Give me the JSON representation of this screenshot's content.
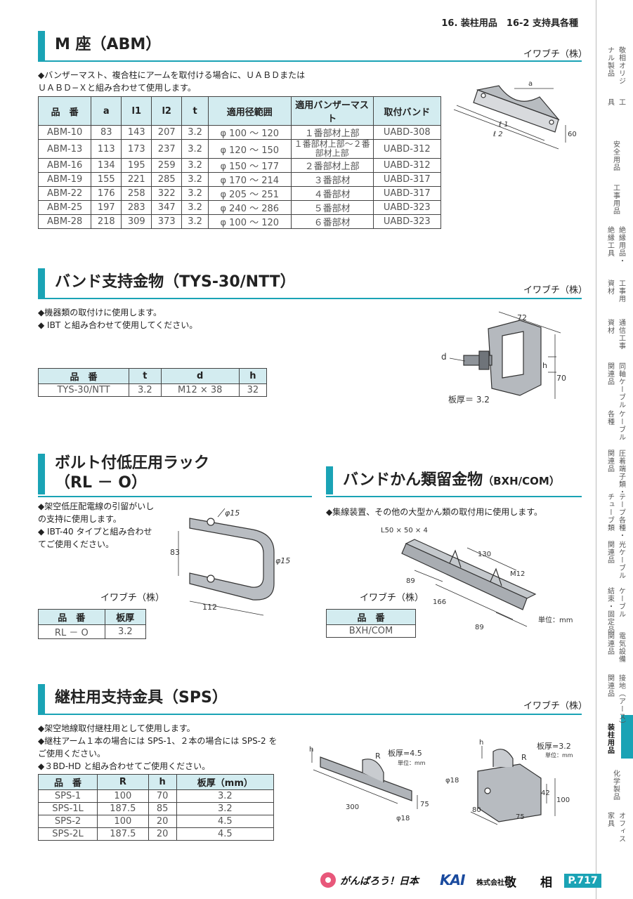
{
  "header": {
    "breadcrumb": "16.  装柱用品　16-2 支持具各種"
  },
  "maker": "イワブチ（株）",
  "abm": {
    "title": "M 座（ABM）",
    "desc1": "◆バンザーマスト、複合柱にアームを取付ける場合に、ＵＡＢＤまたは",
    "desc2": "ＵＡＢＤ−Ｘと組み合わせて使用します。",
    "headers": [
      "品　番",
      "a",
      "l1",
      "l2",
      "t",
      "適用径範囲",
      "適用バンザーマスト",
      "取付バンド"
    ],
    "rows": [
      [
        "ABM-10",
        "83",
        "143",
        "207",
        "3.2",
        "φ 100 ～ 120",
        "１番部材上部",
        "UABD-308"
      ],
      [
        "ABM-13",
        "113",
        "173",
        "237",
        "3.2",
        "φ 120 ～ 150",
        "１番部材上部～２番部材上部",
        "UABD-312"
      ],
      [
        "ABM-16",
        "134",
        "195",
        "259",
        "3.2",
        "φ 150 ～ 177",
        "２番部材上部",
        "UABD-312"
      ],
      [
        "ABM-19",
        "155",
        "221",
        "285",
        "3.2",
        "φ 170 ～ 214",
        "３番部材",
        "UABD-317"
      ],
      [
        "ABM-22",
        "176",
        "258",
        "322",
        "3.2",
        "φ 205 ～ 251",
        "４番部材",
        "UABD-317"
      ],
      [
        "ABM-25",
        "197",
        "283",
        "347",
        "3.2",
        "φ 240 ～ 286",
        "５番部材",
        "UABD-323"
      ],
      [
        "ABM-28",
        "218",
        "309",
        "373",
        "3.2",
        "φ 100 ～ 120",
        "６番部材",
        "UABD-323"
      ]
    ],
    "dims": {
      "a": "a",
      "l1": "ℓ 1",
      "l2": "ℓ 2",
      "h": "60"
    }
  },
  "tys": {
    "title": "バンド支持金物（TYS-30/NTT）",
    "desc1": "◆機器類の取付けに使用します。",
    "desc2": "◆ IBT と組み合わせて使用してください。",
    "headers": [
      "品　番",
      "t",
      "d",
      "h"
    ],
    "row": [
      "TYS-30/NTT",
      "3.2",
      "M12 × 38",
      "32"
    ],
    "dims": {
      "w": "72",
      "d": "d",
      "h": "h",
      "h2": "70",
      "thick": "板厚＝ 3.2"
    }
  },
  "rl": {
    "title1": "ボルト付低圧用ラック",
    "title2": "（RL － O）",
    "desc1": "◆架空低圧配電線の引留がいし",
    "desc2": "の支持に使用します。",
    "desc3": "◆ IBT-40 タイプと組み合わせ",
    "desc4": "てご使用ください。",
    "headers": [
      "品　番",
      "板厚"
    ],
    "row": [
      "RL － O",
      "3.2"
    ],
    "dims": {
      "phi1": "φ15",
      "phi2": "φ15",
      "h": "83",
      "w": "112"
    }
  },
  "bxh": {
    "title": "バンドかん類留金物",
    "title_small": "（BXH/COM）",
    "desc1": "◆集線装置、その他の大型かん類の取付用に使用します。",
    "headers": [
      "品　番"
    ],
    "row": [
      "BXH/COM"
    ],
    "dims": {
      "l": "L50 × 50 × 4",
      "d130": "130",
      "m12": "M12",
      "d89a": "89",
      "d166": "166",
      "d89b": "89",
      "unit": "単位：mm"
    }
  },
  "sps": {
    "title": "継柱用支持金具（SPS）",
    "desc1": "◆架空地線取付継柱用として使用します。",
    "desc2": "◆継柱アーム１本の場合には SPS-1、２本の場合には SPS-2 を",
    "desc3": "ご使用ください。",
    "desc4": "◆３BD-HD と組み合わせてご使用ください。",
    "headers": [
      "品　番",
      "R",
      "h",
      "板厚（mm）"
    ],
    "rows": [
      [
        "SPS-1",
        "100",
        "70",
        "3.2"
      ],
      [
        "SPS-1L",
        "187.5",
        "85",
        "3.2"
      ],
      [
        "SPS-2",
        "100",
        "20",
        "4.5"
      ],
      [
        "SPS-2L",
        "187.5",
        "20",
        "4.5"
      ]
    ],
    "dims1": {
      "h": "h",
      "r": "R",
      "thick": "板厚=4.5",
      "unit": "単位：mm",
      "d300": "300",
      "d75": "75",
      "phi": "φ18"
    },
    "dims2": {
      "h": "h",
      "r": "R",
      "thick": "板厚=3.2",
      "unit": "単位：mm",
      "phi": "φ18",
      "d42": "42",
      "d100": "100",
      "d80": "80",
      "d75": "75"
    }
  },
  "sidebar": [
    [
      "敬相オリジ",
      "ナル製品"
    ],
    [
      "工",
      "具"
    ],
    [
      "安全用品"
    ],
    [
      "工事用品"
    ],
    [
      "絶縁用品・",
      "絶縁工具"
    ],
    [
      "工事用",
      "資材"
    ],
    [
      "通信工事",
      "資材"
    ],
    [
      "同軸ケーブル",
      "関連品"
    ],
    [
      "ケーブル",
      "各種"
    ],
    [
      "圧着端子類・",
      "関連品"
    ],
    [
      "テープ各種・",
      "チューブ類"
    ],
    [
      "光ケーブル",
      "関連品"
    ],
    [
      "ケーブル",
      "結束・固定品"
    ],
    [
      "電気設備",
      "関連品"
    ],
    [
      "接地（アース）",
      "関連品"
    ],
    [
      "装柱用品"
    ],
    [
      "化学製品"
    ],
    [
      "オフィス",
      "家具"
    ]
  ],
  "footer": {
    "slogan": "がんばろう！日本",
    "logo": "KAI",
    "company_prefix": "株式会社",
    "company": "敬　　相",
    "page": "P.717"
  }
}
